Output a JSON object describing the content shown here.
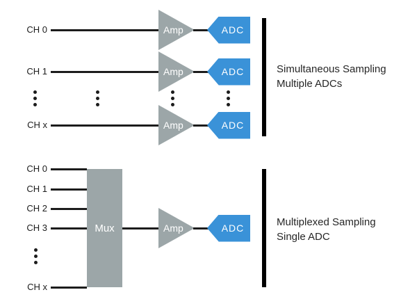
{
  "diagram": {
    "top": {
      "channels": [
        "CH 0",
        "CH 1",
        "CH x"
      ],
      "amp_label": "Amp",
      "adc_label": "ADC",
      "caption_line1": "Simultaneous Sampling",
      "caption_line2": "Multiple ADCs"
    },
    "bottom": {
      "channels": [
        "CH 0",
        "CH 1",
        "CH 2",
        "CH 3",
        "CH x"
      ],
      "mux_label": "Mux",
      "amp_label": "Amp",
      "adc_label": "ADC",
      "caption_line1": "Multiplexed Sampling",
      "caption_line2": "Single ADC"
    },
    "colors": {
      "block_gray": "#9CA6A8",
      "adc_blue": "#3A92D8",
      "line_black": "#1C1C1C",
      "text_black": "#262626"
    }
  }
}
